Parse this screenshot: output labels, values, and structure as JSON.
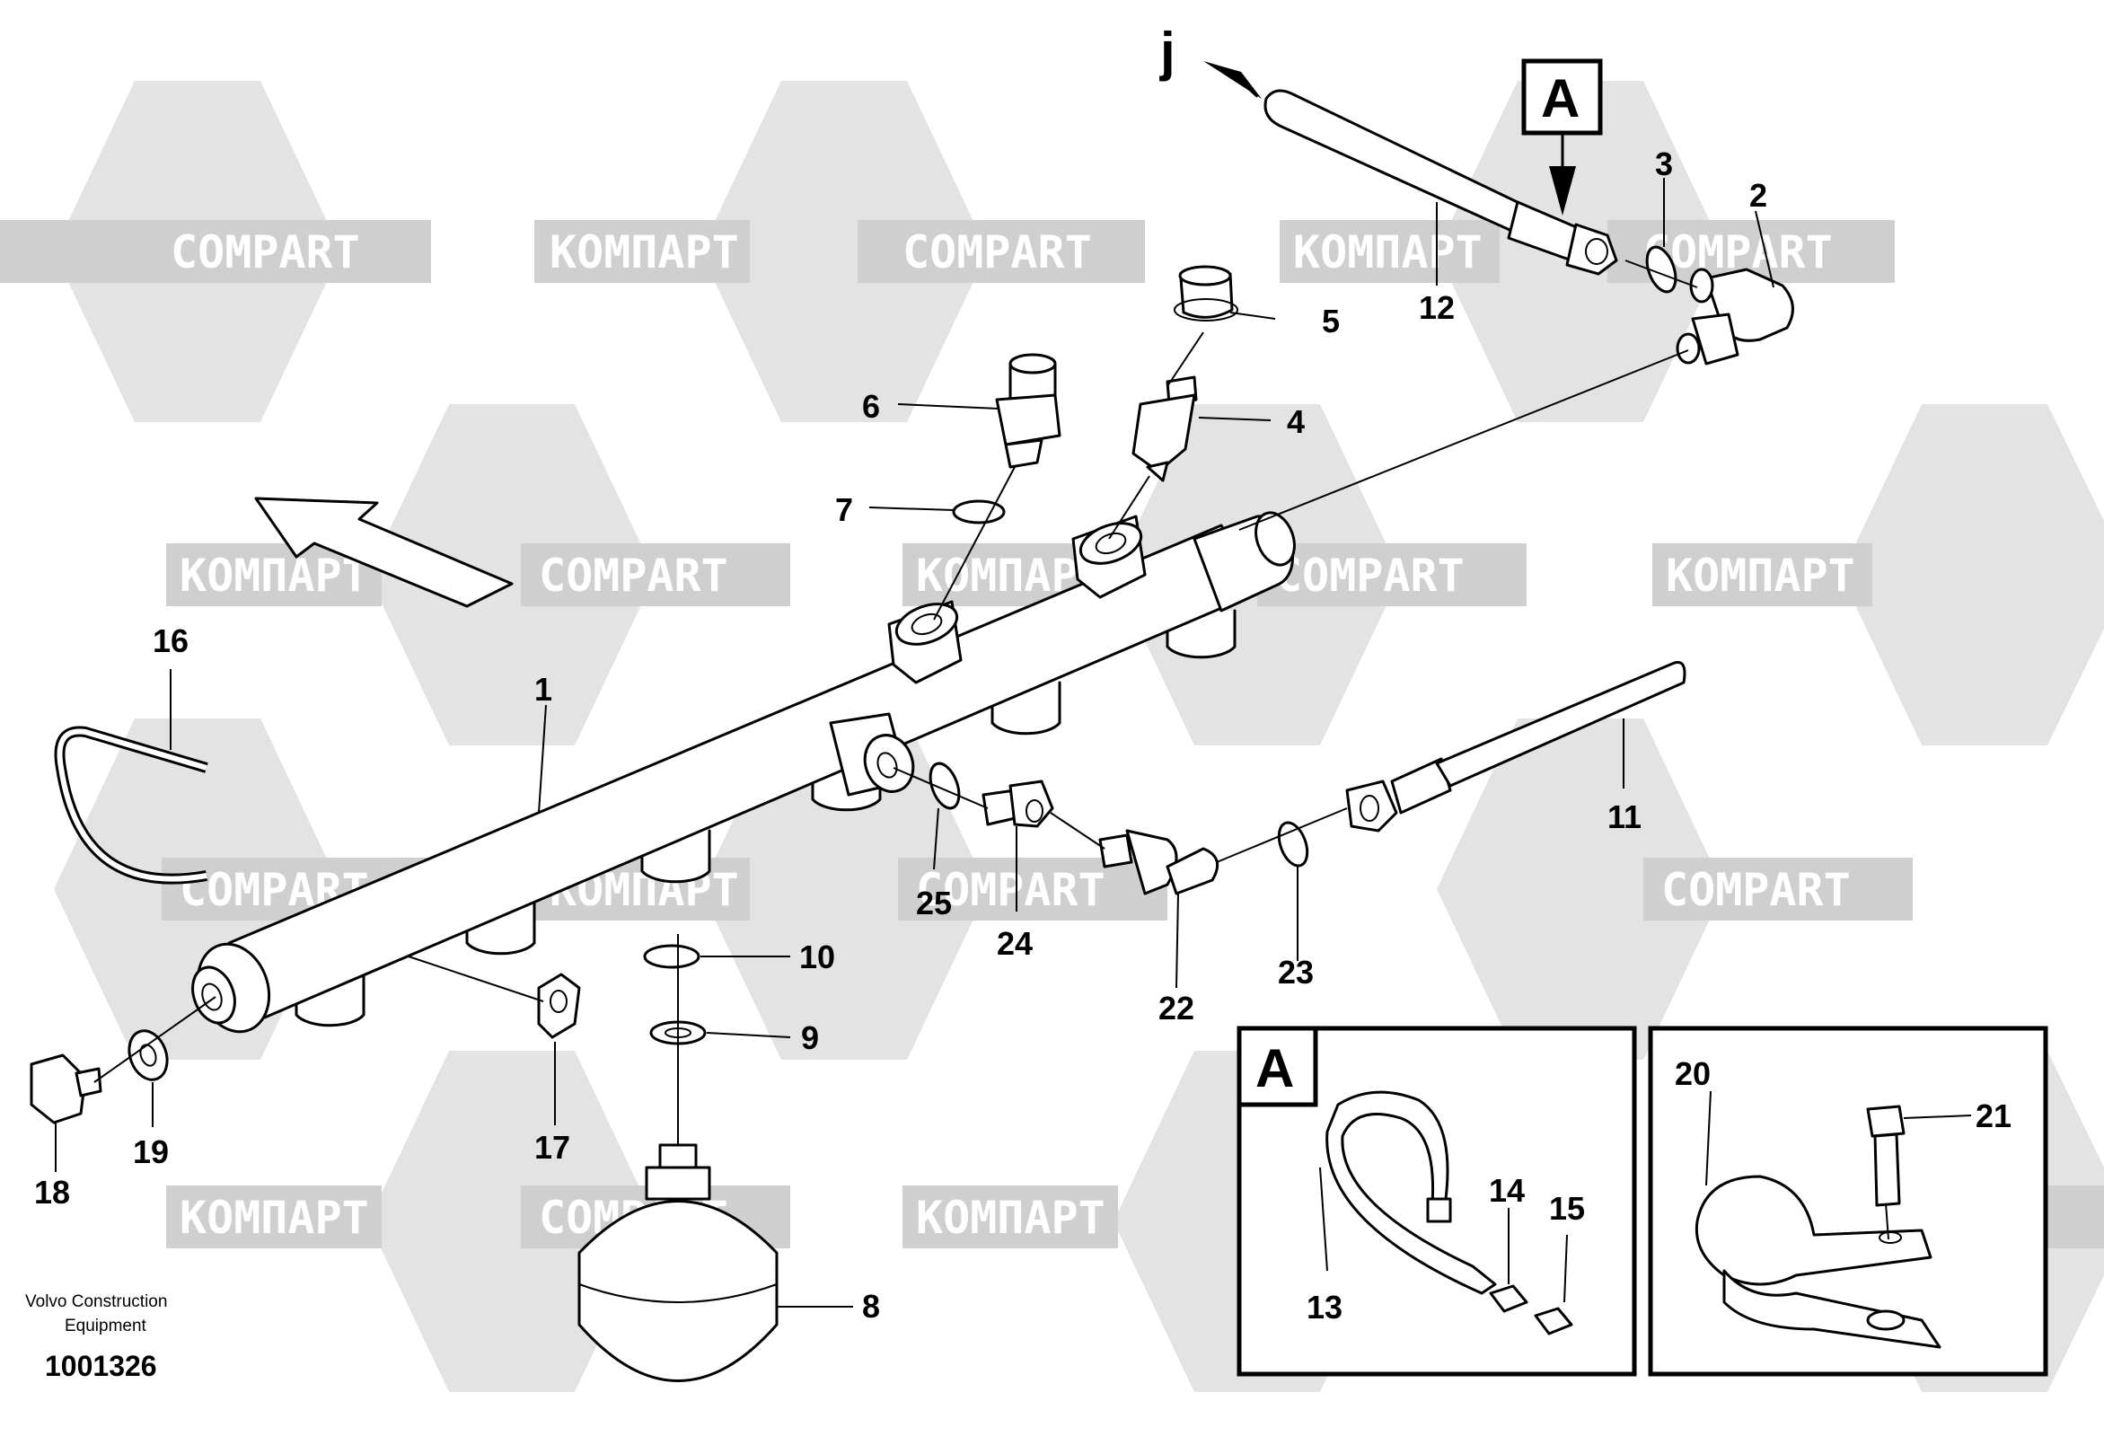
{
  "diagram": {
    "watermark_brand": "COMPART",
    "watermark_brand_cyrillic": "КОМПАРТ",
    "caption_line1": "Volvo Construction",
    "caption_line2": "Equipment",
    "drawing_number": "1001326",
    "detail_marker": "A",
    "arrow_marker": "j"
  },
  "callouts": {
    "c1": "1",
    "c2": "2",
    "c3": "3",
    "c4": "4",
    "c5": "5",
    "c6": "6",
    "c7": "7",
    "c8": "8",
    "c9": "9",
    "c10": "10",
    "c11": "11",
    "c12": "12",
    "c13": "13",
    "c14": "14",
    "c15": "15",
    "c16": "16",
    "c17": "17",
    "c18": "18",
    "c19": "19",
    "c20": "20",
    "c21": "21",
    "c22": "22",
    "c23": "23",
    "c24": "24",
    "c25": "25"
  },
  "colors": {
    "watermark_gray": "#e1e1e1",
    "line": "#000000"
  }
}
